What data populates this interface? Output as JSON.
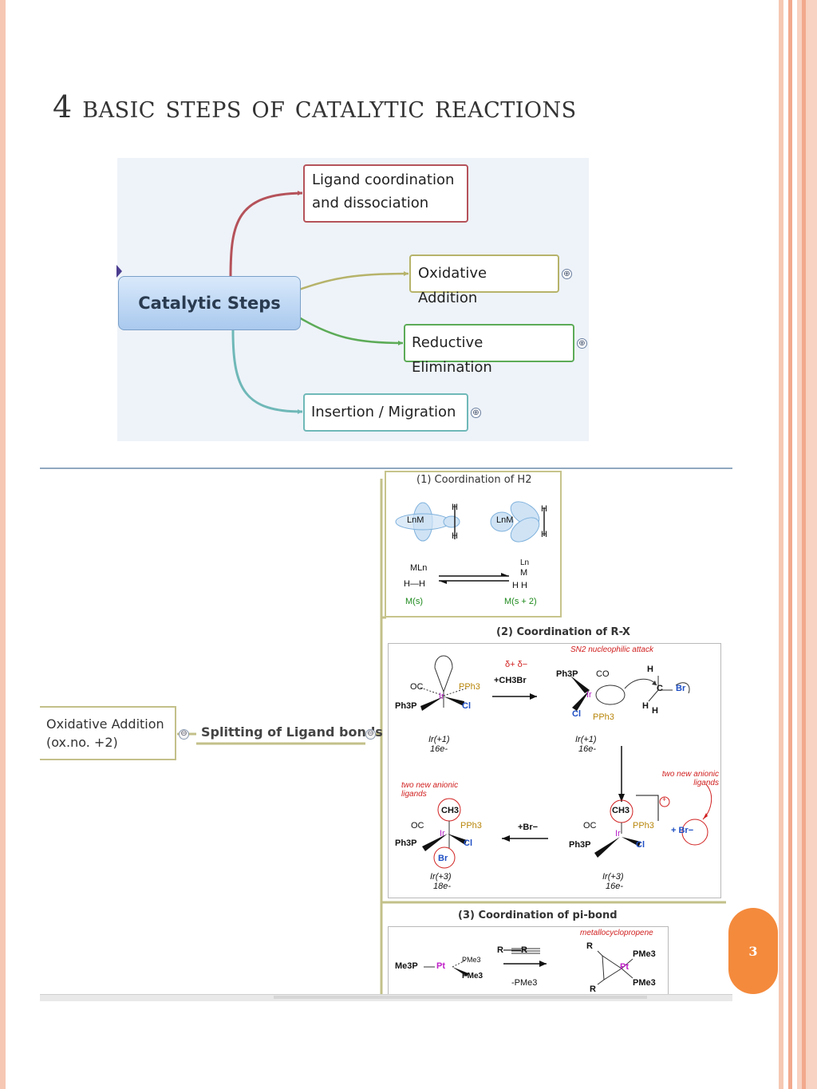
{
  "slide": {
    "title": "4 basic steps of catalytic reactions",
    "page_number": "3"
  },
  "mindmap": {
    "central": "Catalytic Steps",
    "nodes": [
      {
        "label_line1": "Ligand coordination",
        "label_line2": "and dissociation",
        "color": "#b5525a"
      },
      {
        "label": "Oxidative Addition",
        "color": "#b6b36a"
      },
      {
        "label": "Reductive Elimination",
        "color": "#5cab57"
      },
      {
        "label": "Insertion / Migration",
        "color": "#6fb8b8"
      }
    ],
    "expand_symbol": "⊕"
  },
  "detail": {
    "root_line1": "Oxidative Addition",
    "root_line2": "(ox.no. +2)",
    "branch": "Splitting of Ligand bonds",
    "collapse_symbol": "⊖",
    "panel1": {
      "title": "(1) Coordination of H2",
      "left_metal": "LnM",
      "right_metal": "LnM",
      "h": "H",
      "eq_left_top": "MLn",
      "eq_left_bottom": "H—H",
      "eq_right_top": "Ln",
      "eq_right_mid": "M",
      "eq_right_bottom": "H   H",
      "label_left": "M(s)",
      "label_right": "M(s + 2)"
    },
    "panel2": {
      "title": "(2) Coordination of R-X",
      "sn2": "SN2 nucleophilic attack",
      "reagent_charges": "δ+  δ−",
      "reagent": "+CH3Br",
      "ox1": "Ir(+1)",
      "e1": "16e-",
      "ox2": "Ir(+1)",
      "e2": "16e-",
      "ox3": "Ir(+3)",
      "e3": "18e-",
      "ox4": "Ir(+3)",
      "e4": "16e-",
      "two_new_left": "two new anionic ligands",
      "two_new_right": "two new anionic ligands",
      "br_add": "+Br−",
      "br_minus": "+ Br−",
      "oc": "OC",
      "pph3": "PPh3",
      "ph3p": "Ph3P",
      "ir": "Ir",
      "cl": "Cl",
      "co": "CO",
      "ch3": "CH3",
      "br": "Br",
      "c": "C",
      "h": "H",
      "plus_charge": "+"
    },
    "panel3": {
      "title": "(3) Coordination of pi-bond",
      "label": "metallocyclopropene",
      "alkyne": "R——R",
      "minus_pme3": "-PMe3",
      "me3p": "Me3P",
      "pt": "Pt",
      "pme3": "PMe3",
      "r": "R"
    }
  }
}
